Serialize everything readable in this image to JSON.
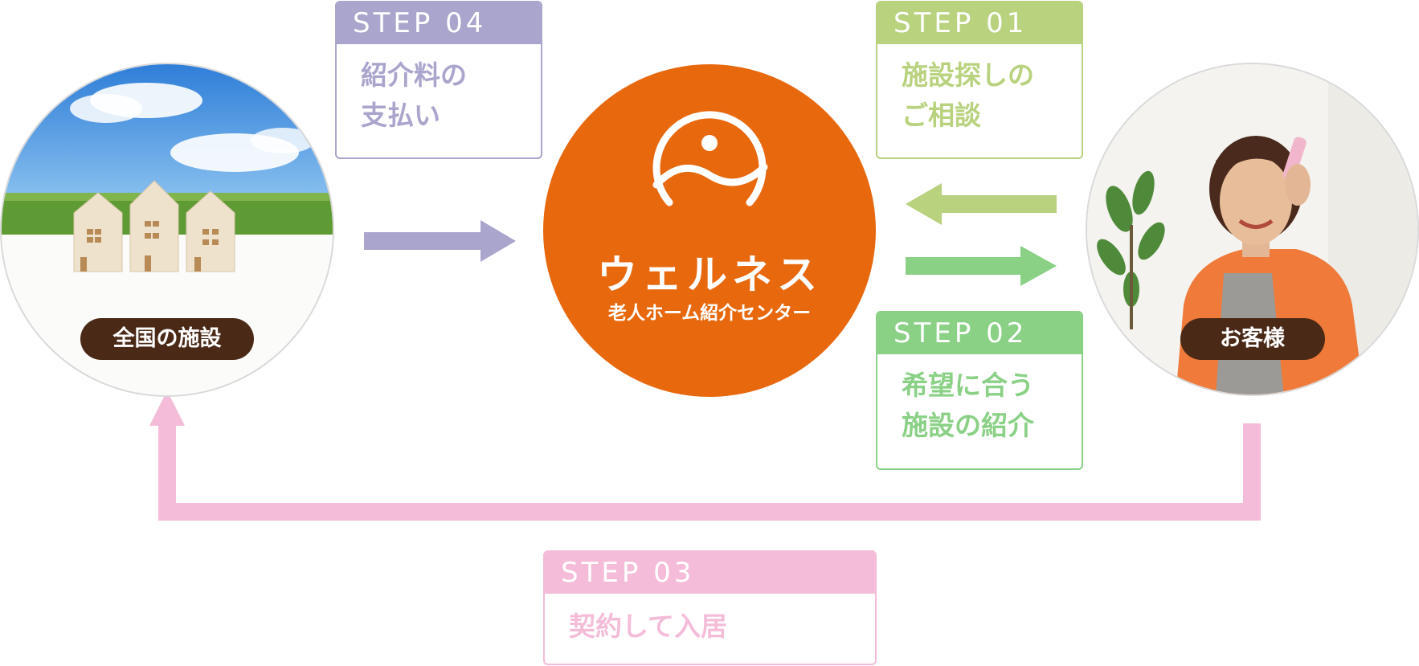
{
  "facilities": {
    "label": "全国の施設"
  },
  "customer": {
    "label": "お客様"
  },
  "center": {
    "name": "ウェルネス",
    "subtitle": "老人ホーム紹介センター"
  },
  "steps": {
    "step01": {
      "head": "STEP 01",
      "line1": "施設探しの",
      "line2": "ご相談"
    },
    "step02": {
      "head": "STEP 02",
      "line1": "希望に合う",
      "line2": "施設の紹介"
    },
    "step03": {
      "head": "STEP 03",
      "line1": "契約して入居"
    },
    "step04": {
      "head": "STEP 04",
      "line1": "紹介料の",
      "line2": "支払い"
    }
  },
  "colors": {
    "purple": "#a9a5cc",
    "light_green": "#b8d27e",
    "green": "#8ad186",
    "pink": "#f4bcd8",
    "orange": "#e8680e",
    "label_bg": "#4a2a17"
  }
}
